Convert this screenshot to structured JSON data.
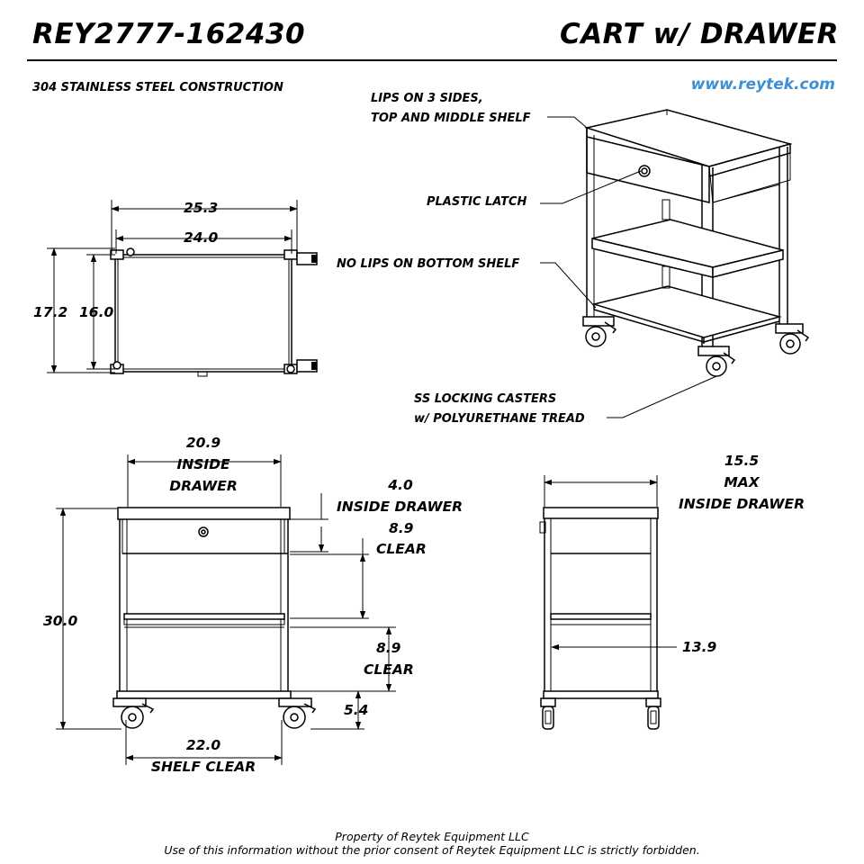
{
  "header": {
    "part_number": "REY2777-162430",
    "product_name": "CART w/ DRAWER",
    "material_note": "304 STAINLESS STEEL CONSTRUCTION",
    "website": "www.reytek.com"
  },
  "callouts": {
    "lips_line1": "LIPS ON 3 SIDES,",
    "lips_line2": "TOP AND MIDDLE SHELF",
    "plastic_latch": "PLASTIC LATCH",
    "no_lips": "NO LIPS ON BOTTOM SHELF",
    "casters_line1": "SS LOCKING CASTERS",
    "casters_line2": "w/ POLYURETHANE TREAD"
  },
  "top_view": {
    "overall_width": "25.3",
    "top_width": "24.0",
    "overall_depth": "17.2",
    "top_depth": "16.0"
  },
  "front_view": {
    "drawer_width_value": "20.9",
    "drawer_width_line2": "INSIDE",
    "drawer_width_line3": "DRAWER",
    "drawer_height_value": "4.0",
    "drawer_height_label": "INSIDE DRAWER",
    "clear_upper_value": "8.9",
    "clear_upper_label": "CLEAR",
    "clear_lower_value": "8.9",
    "clear_lower_label": "CLEAR",
    "overall_height": "30.0",
    "bottom_clearance": "5.4",
    "shelf_clear_value": "22.0",
    "shelf_clear_label": "SHELF CLEAR"
  },
  "side_view": {
    "drawer_depth_value": "15.5",
    "drawer_depth_line2": "MAX",
    "drawer_depth_line3": "INSIDE DRAWER",
    "shelf_depth": "13.9"
  },
  "footer": {
    "line1": "Property of Reytek Equipment LLC",
    "line2": "Use of this information without the prior consent of Reytek Equipment LLC is strictly forbidden."
  }
}
